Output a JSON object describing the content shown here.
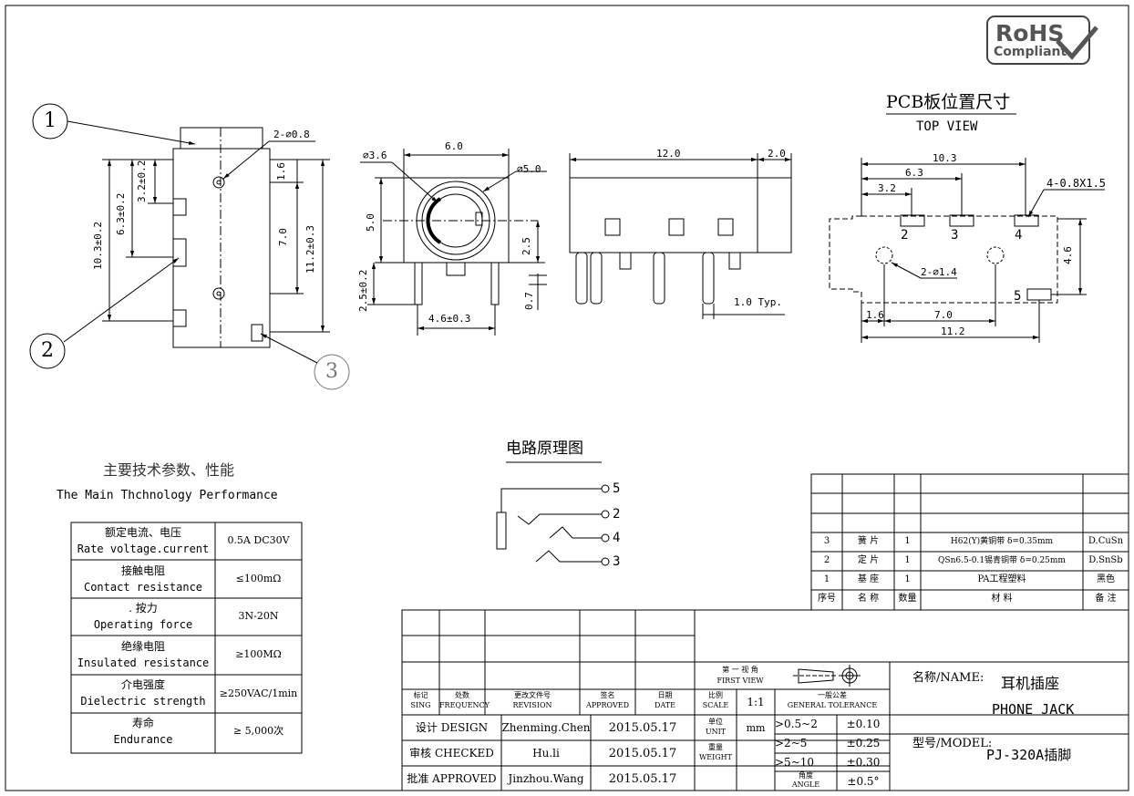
{
  "rohs": {
    "line1": "RoHS",
    "line2": "Compliant"
  },
  "dims": {
    "d0_8": "2-⌀0.8",
    "d1_6": "1.6",
    "d3_2": "3.2±0.2",
    "d6_3": "6.3±0.2",
    "d10_3": "10.3±0.2",
    "d7_0": "7.0",
    "d11_2": "11.2±0.3",
    "d3_6": "⌀3.6",
    "d6_0": "6.0",
    "d5_0": "⌀5.0",
    "v5_0": "5.0",
    "v2_5": "2.5",
    "d2_5": "2.5±0.2",
    "d4_6": "4.6±0.3",
    "d0_7": "0.7",
    "d12_0": "12.0",
    "d2_0": "2.0",
    "d1_0": "1.0 Typ.",
    "pcb_title": "PCB板位置尺寸",
    "top_view": "TOP VIEW",
    "p10_3": "10.3",
    "p6_3": "6.3",
    "p3_2": "3.2",
    "p4_08": "4-0.8X1.5",
    "p_d14": "2-⌀1.4",
    "p4_6": "4.6",
    "p1_6": "1.6",
    "p7_0": "7.0",
    "p11_2": "11.2",
    "pin2": "2",
    "pin3": "3",
    "pin4": "4",
    "pin5": "5"
  },
  "callouts": {
    "c1": "1",
    "c2": "2",
    "c3": "3"
  },
  "circuit": {
    "title": "电路原理图",
    "p5": "5",
    "p2": "2",
    "p4": "4",
    "p3": "3"
  },
  "spec": {
    "title_cn": "主要技术参数、性能",
    "title_en": "The Main Thchnology Performance",
    "rows": [
      {
        "cn": "额定电流、电压",
        "en": "Rate voltage.current",
        "val": "0.5A DC30V"
      },
      {
        "cn": "接触电阻",
        "en": "Contact resistance",
        "val": "≤100mΩ"
      },
      {
        "cn": ". 按力",
        "en": "Operating force",
        "val": "3N-20N"
      },
      {
        "cn": "绝缘电阻",
        "en": "Insulated resistance",
        "val": "≥100MΩ"
      },
      {
        "cn": "介电强度",
        "en": "Dielectric strength",
        "val": "≥250VAC/1min"
      },
      {
        "cn": "寿命",
        "en": "Endurance",
        "val": "≥ 5,000次"
      }
    ]
  },
  "bom": {
    "rows": [
      {
        "no": "3",
        "name": "簧 片",
        "qty": "1",
        "mat": "H62(Y)黄铜带 δ=0.35mm",
        "note": "D.CuSn"
      },
      {
        "no": "2",
        "name": "定 片",
        "qty": "1",
        "mat": "QSn6.5-0.1锡青铜带 δ=0.25mm",
        "note": "D.SnSb"
      },
      {
        "no": "1",
        "name": "基 座",
        "qty": "1",
        "mat": "PA工程塑料",
        "note": "黑色"
      }
    ],
    "header": {
      "no": "序号",
      "name": "名 称",
      "qty": "数量",
      "mat": "材 料",
      "note": "备 注"
    }
  },
  "title_block": {
    "mark": "标记",
    "mark_en": "SING",
    "freq": "处数",
    "freq_en": "FREQUENCY",
    "rev": "更改文件号",
    "rev_en": "REVISION",
    "appr": "签名",
    "appr_en": "APPROVED",
    "date": "日期",
    "date_en": "DATE",
    "design": "设计 DESIGN",
    "design_name": "Zhenming.Chen",
    "design_date": "2015.05.17",
    "check": "审核 CHECKED",
    "check_name": "Hu.li",
    "check_date": "2015.05.17",
    "approve": "批准 APPROVED",
    "approve_name": "Jinzhou.Wang",
    "approve_date": "2015.05.17",
    "first_view": "第 一 视 角",
    "first_view_en": "FIRST VIEW",
    "scale": "比例",
    "scale_en": "SCALE",
    "scale_val": "1:1",
    "tol": "一般公差",
    "tol_en": "GENERAL TOLERANCE",
    "unit": "单位",
    "unit_en": "UNIT",
    "unit_val": "mm",
    "weight": "重量",
    "weight_en": "WEIGHT",
    "angle": "角度",
    "angle_en": "ANGLE",
    "t1": ">0.5~2",
    "t1v": "±0.10",
    "t2": ">2~5",
    "t2v": "±0.25",
    "t3": ">5~10",
    "t3v": "±0.30",
    "t4v": "±0.5°",
    "name_label": "名称/NAME:",
    "name_cn": "耳机插座",
    "name_en": "PHONE JACK",
    "model_label": "型号/MODEL:",
    "model": "PJ-320A插脚"
  }
}
